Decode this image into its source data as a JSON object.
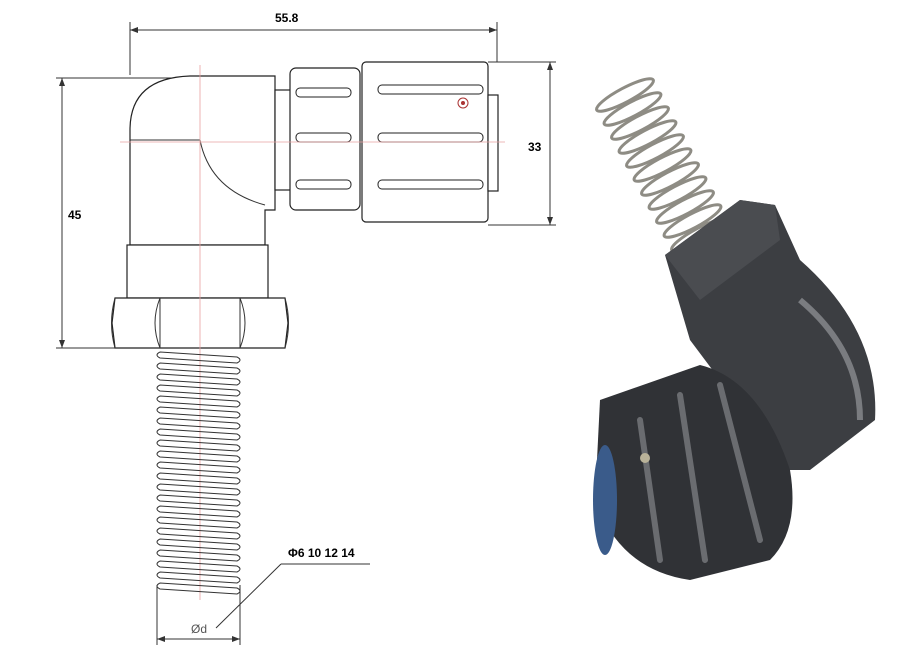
{
  "drawing": {
    "dimensions": {
      "overall_length": "55.8",
      "nut_height": "33",
      "overall_height": "45",
      "diameter_options": "Φ6 10 12 14",
      "diameter_symbol": "Ød"
    }
  },
  "colors": {
    "line": "#222222",
    "centerline": "#e8a0a0",
    "body_photo": "#3c3e42",
    "spring": "#9a9890"
  }
}
